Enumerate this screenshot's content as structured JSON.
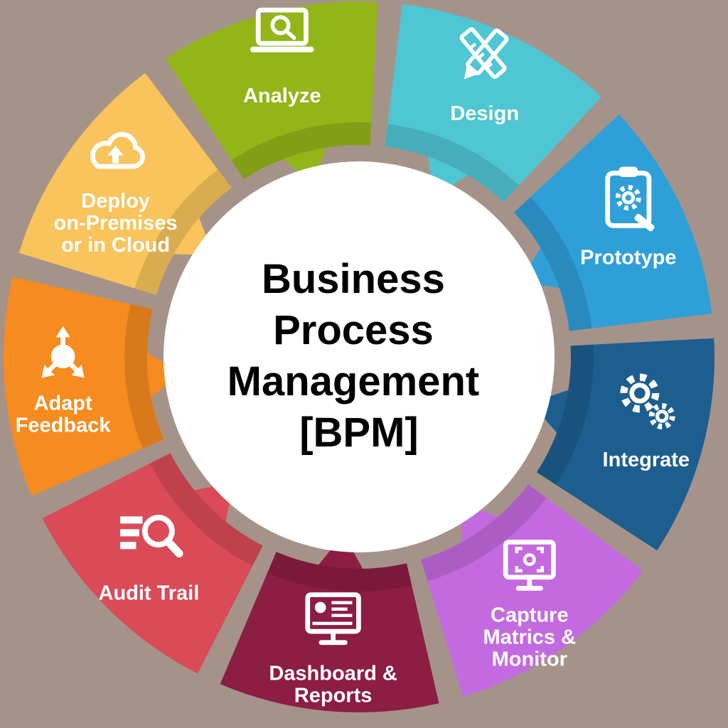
{
  "background_color": "#a5938a",
  "label_color": "#ffffff",
  "center": {
    "lines": [
      "Business",
      "Process",
      "Management",
      "[BPM]"
    ],
    "text_color": "#000000",
    "circle_color": "#ffffff"
  },
  "segments": [
    {
      "id": "analyze",
      "label": "Analyze",
      "lines": [
        "Analyze"
      ],
      "color": "#93b518",
      "icon": "laptop-search-icon"
    },
    {
      "id": "design",
      "label": "Design",
      "lines": [
        "Design"
      ],
      "color": "#4fc6d4",
      "icon": "pencil-ruler-icon"
    },
    {
      "id": "prototype",
      "label": "Prototype",
      "lines": [
        "Prototype"
      ],
      "color": "#2f9fd8",
      "icon": "clipboard-gear-icon"
    },
    {
      "id": "integrate",
      "label": "Integrate",
      "lines": [
        "Integrate"
      ],
      "color": "#1d5e8f",
      "icon": "gears-icon"
    },
    {
      "id": "capture-matrics-monitor",
      "label": "Capture Matrics & Monitor",
      "lines": [
        "Capture",
        "Matrics &",
        "Monitor"
      ],
      "color": "#c46ae0",
      "icon": "monitor-capture-icon"
    },
    {
      "id": "dashboard-reports",
      "label": "Dashboard & Reports",
      "lines": [
        "Dashboard &",
        "Reports"
      ],
      "color": "#8c1d43",
      "icon": "monitor-charts-icon"
    },
    {
      "id": "audit-trail",
      "label": "Audit Trail",
      "lines": [
        "Audit Trail"
      ],
      "color": "#da4a57",
      "icon": "audit-search-icon"
    },
    {
      "id": "adapt-feedback",
      "label": "Adapt Feedback",
      "lines": [
        "Adapt",
        "Feedback"
      ],
      "color": "#f68b1f",
      "icon": "adapt-arrows-icon"
    },
    {
      "id": "deploy-cloud",
      "label": "Deploy on-Premises or in Cloud",
      "lines": [
        "Deploy",
        "on-Premises",
        "or in Cloud"
      ],
      "color": "#f9c45c",
      "icon": "cloud-upload-icon"
    }
  ]
}
